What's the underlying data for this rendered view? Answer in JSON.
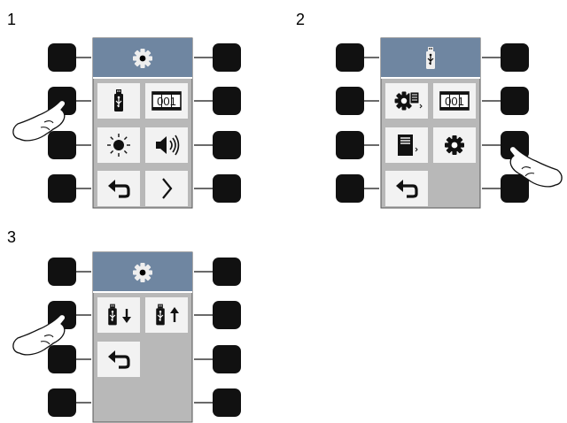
{
  "panels": [
    {
      "step": "1",
      "header_icon": "gear-icon",
      "tiles": [
        {
          "name": "usb-drive-tile",
          "icon": "usb-drive-icon",
          "label": ""
        },
        {
          "name": "counter-tile",
          "icon": "counter-icon",
          "label": "001"
        },
        {
          "name": "brightness-tile",
          "icon": "brightness-icon",
          "label": ""
        },
        {
          "name": "volume-tile",
          "icon": "speaker-icon",
          "label": ""
        },
        {
          "name": "back-tile",
          "icon": "back-arrow-icon",
          "label": ""
        },
        {
          "name": "next-tile",
          "icon": "chevron-right-icon",
          "label": ""
        }
      ],
      "pressed_key": "left-2"
    },
    {
      "step": "2",
      "header_icon": "usb-drive-icon",
      "tiles": [
        {
          "name": "device-settings-tile",
          "icon": "gear-document-icon",
          "label": ""
        },
        {
          "name": "counter-tile",
          "icon": "counter-icon",
          "label": "001"
        },
        {
          "name": "document-tile",
          "icon": "document-icon",
          "label": ""
        },
        {
          "name": "settings-tile",
          "icon": "gear-icon",
          "label": ""
        },
        {
          "name": "back-tile",
          "icon": "back-arrow-icon",
          "label": ""
        }
      ],
      "pressed_key": "right-3"
    },
    {
      "step": "3",
      "header_icon": "gear-icon",
      "tiles": [
        {
          "name": "usb-download-tile",
          "icon": "usb-arrow-down-icon",
          "label": ""
        },
        {
          "name": "usb-upload-tile",
          "icon": "usb-arrow-up-icon",
          "label": ""
        },
        {
          "name": "back-tile",
          "icon": "back-arrow-icon",
          "label": ""
        }
      ],
      "pressed_key": "left-2"
    }
  ],
  "colors": {
    "header": "#6f86a1",
    "screen": "#b8b8b8",
    "tile": "#f2f2f2",
    "key": "#111111"
  }
}
